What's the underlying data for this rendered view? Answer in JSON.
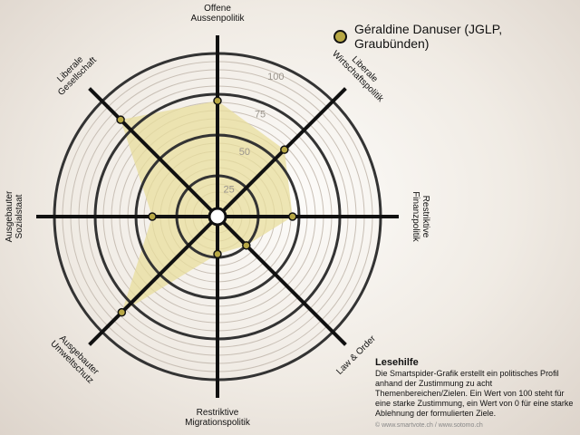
{
  "chart_data": {
    "type": "radar",
    "title": "",
    "axes": [
      "Offene Aussenpolitik",
      "Liberale Wirtschaftspolitik",
      "Restriktive Finanzpolitik",
      "Law & Order",
      "Restriktive Migrationspolitik",
      "Ausgebauter Umweltschutz",
      "Ausgebauter Sozialstaat",
      "Liberale Gesellschaft"
    ],
    "axis_labels": [
      [
        "Offene",
        "Aussenpolitik"
      ],
      [
        "Liberale",
        "Wirtschaftspolitik"
      ],
      [
        "Restriktive",
        "Finanzpolitik"
      ],
      [
        "Law & Order"
      ],
      [
        "Restriktive",
        "Migrationspolitik"
      ],
      [
        "Ausgebauter",
        "Umweltschutz"
      ],
      [
        "Ausgebauter",
        "Sozialstaat"
      ],
      [
        "Liberale",
        "Gesellschaft"
      ]
    ],
    "series": [
      {
        "name": "Géraldine Danuser (JGLP, Graubünden)",
        "values": [
          71,
          58,
          46,
          25,
          23,
          83,
          40,
          84
        ],
        "color": "#b8a845",
        "fill": "#e8dd9c"
      }
    ],
    "rings": [
      25,
      50,
      75,
      100
    ],
    "ring_labels": [
      "25",
      "50",
      "75",
      "100"
    ],
    "range": [
      0,
      100
    ],
    "grid": true,
    "legend_position": "top-right"
  },
  "lesehilfe": {
    "title": "Lesehilfe",
    "text": "Die Smartspider-Grafik erstellt ein politisches Profil anhand der Zustimmung zu acht Themenbereichen/Zielen. Ein Wert von 100 steht für eine starke Zustimmung, ein Wert von 0 für eine starke Ablehnung der formulierten Ziele."
  },
  "copyright": "© www.smartvote.ch / www.sotomo.ch",
  "colors": {
    "ring": "#333333",
    "minor_ring": "#c8bfb5",
    "axis": "#111111"
  }
}
